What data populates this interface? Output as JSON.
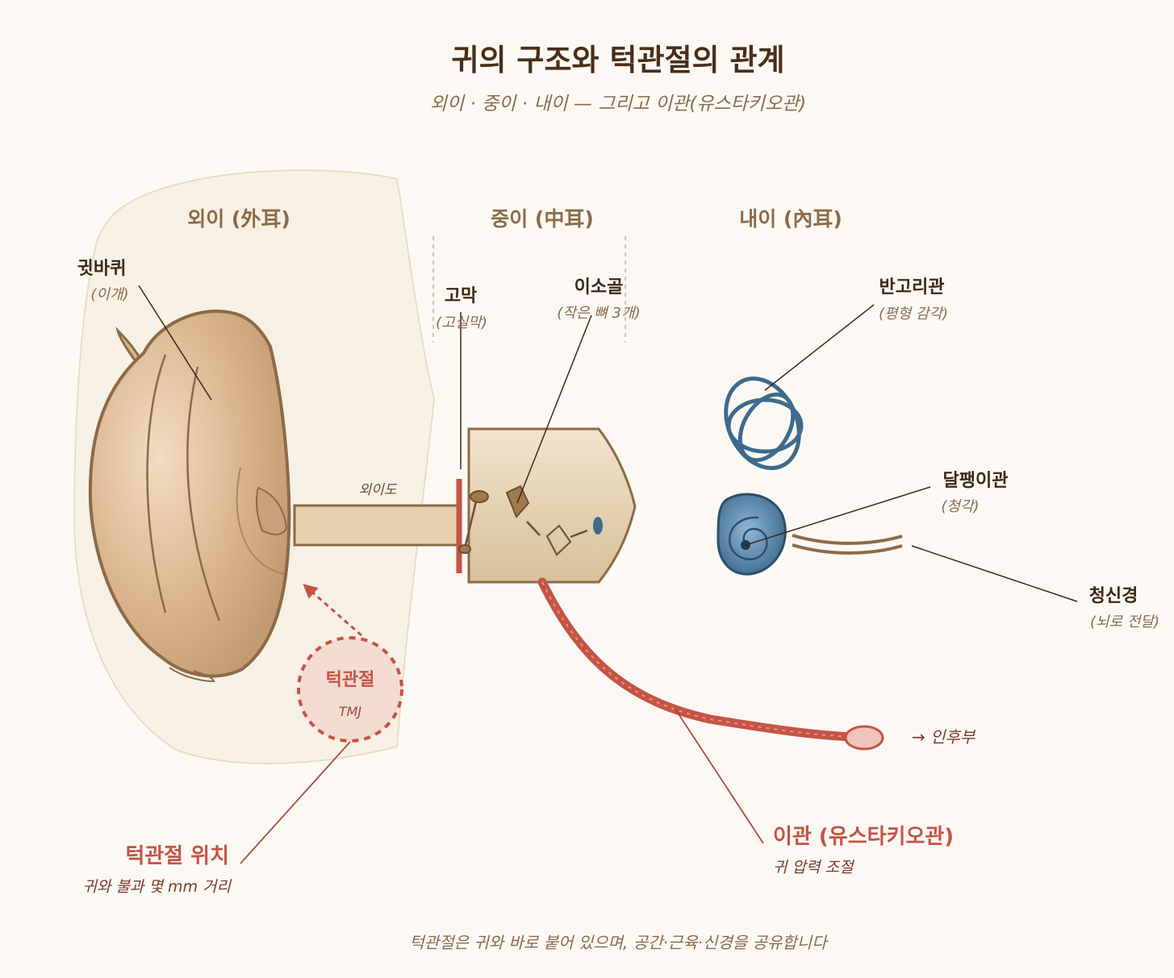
{
  "header": {
    "title": "귀의 구조와 턱관절의 관계",
    "subtitle": "외이 · 중이 · 내이 — 그리고 이관(유스타키오관)"
  },
  "regions": {
    "outer": "외이 (外耳)",
    "middle": "중이 (中耳)",
    "inner": "내이 (內耳)"
  },
  "labels": {
    "auricle": {
      "name": "귓바퀴",
      "sub": "(이개)"
    },
    "ear_canal": "외이도",
    "eardrum": {
      "name": "고막",
      "sub": "(고실막)"
    },
    "ossicles": {
      "name": "이소골",
      "sub": "(작은 뼈 3개)"
    },
    "semicircular": {
      "name": "반고리관",
      "sub": "(평형 감각)"
    },
    "cochlea": {
      "name": "달팽이관",
      "sub": "(청각)"
    },
    "nerve": {
      "name": "청신경",
      "sub": "(뇌로 전달)"
    },
    "tmj_circle": {
      "name": "턱관절",
      "sub": "TMJ"
    },
    "tmj_position": {
      "name": "턱관절 위치",
      "sub": "귀와 불과 몇 mm 거리"
    },
    "eustachian": {
      "name": "이관 (유스타키오관)",
      "sub": "귀 압력 조절"
    },
    "pharynx": "→ 인후부"
  },
  "footer": "턱관절은 귀와 바로 붙어 있으며, 공간·근육·신경을 공유합니다",
  "colors": {
    "background": "#fcf9f4",
    "ear_fill": "#d9b48c",
    "ear_stroke": "#8c6a48",
    "inner_blue": "#3e6a8c",
    "accent_red": "#c45446",
    "title_brown": "#4a2e18"
  }
}
